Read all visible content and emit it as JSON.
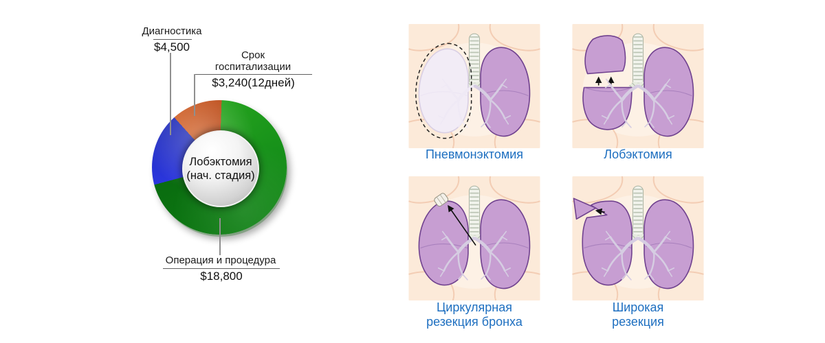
{
  "chart_data": {
    "type": "pie",
    "style": "donut-3d",
    "center_label": "Лобэктомия (нач. стадия)",
    "segments": [
      {
        "label": "Операция и процедура",
        "value": 18800,
        "value_text": "$18,800",
        "color": "#0e7a12",
        "approx_angle_deg": 253
      },
      {
        "label": "Диагностика",
        "value": 4500,
        "value_text": "$4,500",
        "color": "#2433d2",
        "approx_angle_deg": 63
      },
      {
        "label": "Срок госпитализации",
        "value": 3240,
        "value_text": "$3,240(12дней)",
        "duration_days": 12,
        "color": "#c4531e",
        "approx_angle_deg": 44
      }
    ],
    "legend_position": "callout-labels"
  },
  "donut": {
    "center_line": "Лобэктомия\n(нач. стадия)",
    "diagnostics_name": "Диагностика",
    "diagnostics_value": "$4,500",
    "hospital_name": "Срок\nгоспитализации",
    "hospital_value": "$3,240(12дней)",
    "operation_name": "Операция и процедура",
    "operation_value": "$18,800"
  },
  "panels": [
    {
      "label": "Пневмонэктомия"
    },
    {
      "label": "Лобэктомия"
    },
    {
      "label": "Циркулярная\nрезекция бронха"
    },
    {
      "label": "Широкая\nрезекция"
    }
  ],
  "colors": {
    "segment_operation_green": "#0e7a12",
    "segment_diagnostics_blue": "#2433d2",
    "segment_hospital_orange": "#c4531e",
    "panel_label_blue": "#1e6fc0",
    "lung_purple": "#c79ed2",
    "lung_outline": "#70428f",
    "skin_background": "#fcead9",
    "center_disc": "#d9d9d9"
  }
}
